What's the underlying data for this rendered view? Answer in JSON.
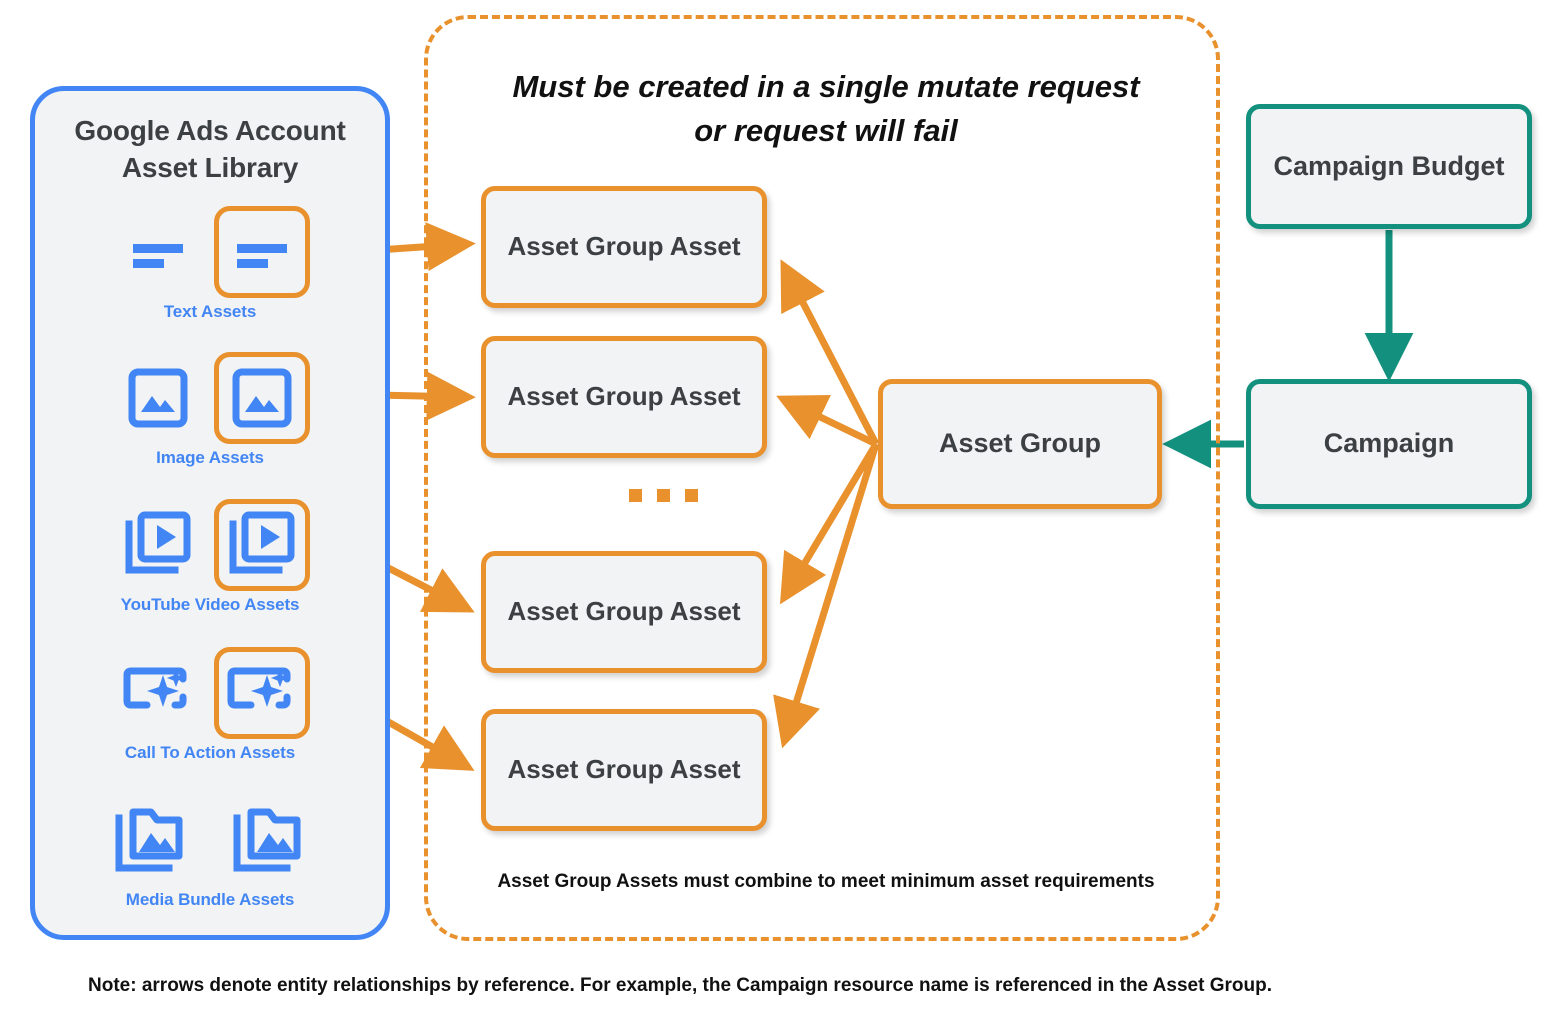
{
  "diagram": {
    "bottom_note": "Note: arrows denote entity relationships by reference. For example, the Campaign resource name is referenced in the Asset Group."
  },
  "asset_library": {
    "title_line1": "Google Ads Account",
    "title_line2": "Asset Library",
    "border_color": "#4285F4",
    "background_color": "#F1F3F4",
    "items": [
      {
        "label": "Text Assets",
        "icon": "text-asset-icon",
        "highlighted": true
      },
      {
        "label": "Image Assets",
        "icon": "image-asset-icon",
        "highlighted": true
      },
      {
        "label": "YouTube Video  Assets",
        "icon": "youtube-video-asset-icon",
        "highlighted": true
      },
      {
        "label": "Call To Action Assets",
        "icon": "call-to-action-asset-icon",
        "highlighted": true
      },
      {
        "label": "Media Bundle  Assets",
        "icon": "media-bundle-asset-icon",
        "highlighted": false
      }
    ]
  },
  "mutate_container": {
    "title": "Must be created in a single mutate request or request will fail",
    "title_line1": "Must be created in a single mutate request",
    "title_line2": "or request will fail",
    "footnote": "Asset Group Assets must combine to meet minimum asset requirements",
    "border_color": "#E8912D",
    "border_style": "dashed"
  },
  "nodes": {
    "asset_group_asset_1": "Asset Group Asset",
    "asset_group_asset_2": "Asset Group Asset",
    "asset_group_asset_3": "Asset Group Asset",
    "asset_group_asset_4": "Asset Group Asset",
    "asset_group": "Asset Group",
    "campaign_budget": "Campaign Budget",
    "campaign": "Campaign",
    "ellipsis": "..."
  },
  "colors": {
    "orange": "#E8912D",
    "teal": "#14917E",
    "blue": "#4285F4",
    "node_fill": "#F1F3F4",
    "text_dark": "#3c4043"
  }
}
